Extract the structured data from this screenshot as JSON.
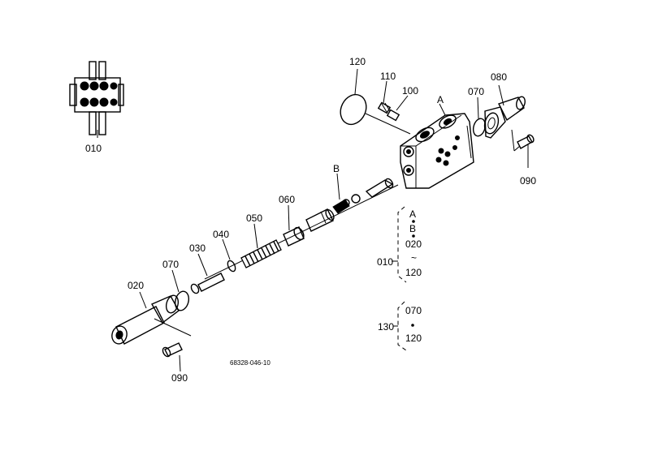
{
  "labels": {
    "p010_top": "010",
    "p120_top": "120",
    "p110": "110",
    "p100": "100",
    "pA_top": "A",
    "p070_right": "070",
    "p080": "080",
    "p090_right": "090",
    "pB_top": "B",
    "p060": "060",
    "p050": "050",
    "p040": "040",
    "p030": "030",
    "p070_left": "070",
    "p020": "020",
    "p090_left": "090",
    "drawing_no": "68328-046-10"
  },
  "groups": {
    "g010": {
      "label": "010",
      "items": [
        "A",
        "B",
        "020",
        "~",
        "120"
      ]
    },
    "g130": {
      "label": "130",
      "items": [
        "070",
        "120"
      ]
    }
  }
}
